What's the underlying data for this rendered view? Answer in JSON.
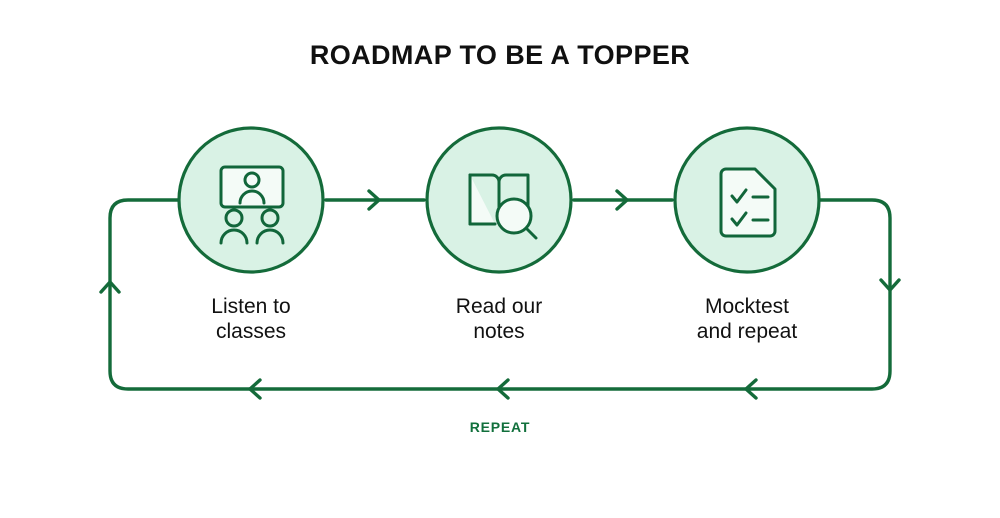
{
  "header": {
    "title": "ROADMAP TO BE A TOPPER"
  },
  "colors": {
    "line": "#146b3a",
    "circle_stroke": "#146b3a",
    "circle_fill": "#d9f2e5",
    "icon_stroke": "#11663a",
    "icon_fill": "#f4fbf7",
    "text": "#111111",
    "repeat_text": "#11703c",
    "background": "#ffffff"
  },
  "diagram": {
    "type": "cycle-flow",
    "direction": "left-to-right with return loop",
    "steps": [
      {
        "index": 1,
        "icon": "online-class-screen-icon",
        "label_line1": "Listen to",
        "label_line2": "classes"
      },
      {
        "index": 2,
        "icon": "book-search-icon",
        "label_line1": "Read our",
        "label_line2": "notes"
      },
      {
        "index": 3,
        "icon": "checklist-document-icon",
        "label_line1": "Mocktest",
        "label_line2": "and repeat"
      }
    ],
    "loop": {
      "label": "REPEAT",
      "arrows": [
        "left-chevron",
        "left-chevron",
        "left-chevron",
        "up-arrow",
        "down-arrow"
      ]
    },
    "connector_arrows": [
      "right-chevron",
      "right-chevron"
    ]
  }
}
